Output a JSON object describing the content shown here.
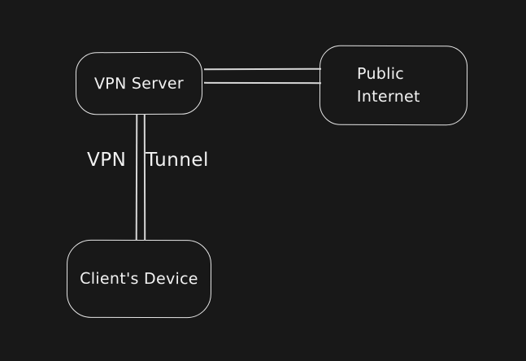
{
  "diagram": {
    "theme": {
      "background_color": "#181818",
      "stroke_color": "#e6e6e6",
      "connector_color": "#d6d6d6",
      "text_color": "#f2f2f2"
    },
    "nodes": [
      {
        "id": "vpn-server",
        "label": "VPN Server",
        "shape": "rounded-rectangle"
      },
      {
        "id": "public-internet",
        "label": "Public Internet",
        "label_wrapped": "Public\nInternet",
        "shape": "rounded-rectangle"
      },
      {
        "id": "client-device",
        "label": "Client's Device",
        "shape": "rounded-rectangle"
      }
    ],
    "edges": [
      {
        "id": "server-to-internet",
        "from": "vpn-server",
        "to": "public-internet",
        "style": "double-line",
        "orientation": "horizontal",
        "label": ""
      },
      {
        "id": "server-to-client",
        "from": "vpn-server",
        "to": "client-device",
        "style": "double-line",
        "orientation": "vertical",
        "label": "VPN Tunnel"
      }
    ]
  }
}
